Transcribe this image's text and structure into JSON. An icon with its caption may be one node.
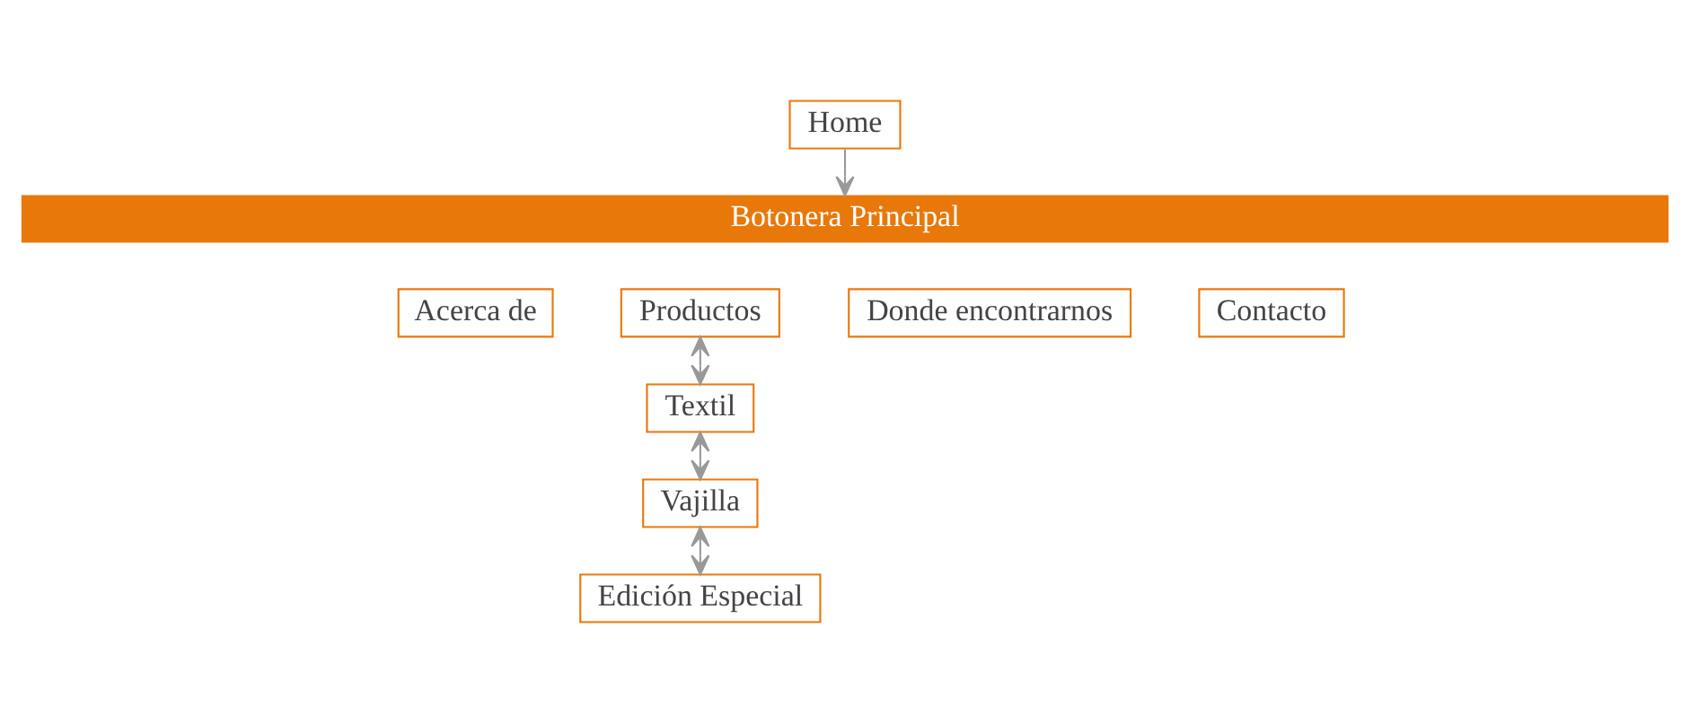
{
  "diagram": {
    "nodes": [
      {
        "text": [
          "Home"
        ]
      },
      {
        "text": [
          "Botonera Principal"
        ]
      },
      {
        "text": [
          "Acerca de"
        ]
      },
      {
        "text": [
          "Productos"
        ]
      },
      {
        "text": [
          "Donde encontrarnos"
        ]
      },
      {
        "text": [
          "Contacto"
        ]
      },
      {
        "text": [
          "Textil"
        ]
      },
      {
        "text": [
          "Vajilla"
        ]
      },
      {
        "text": [
          "Edición Especial"
        ]
      }
    ],
    "edges": [
      {
        "from": 0,
        "to": 1,
        "arrow": "to"
      },
      {
        "from": 3,
        "to": 6,
        "arrow": "both"
      },
      {
        "from": 6,
        "to": 7,
        "arrow": "both"
      },
      {
        "from": 7,
        "to": 8,
        "arrow": "both"
      }
    ]
  }
}
